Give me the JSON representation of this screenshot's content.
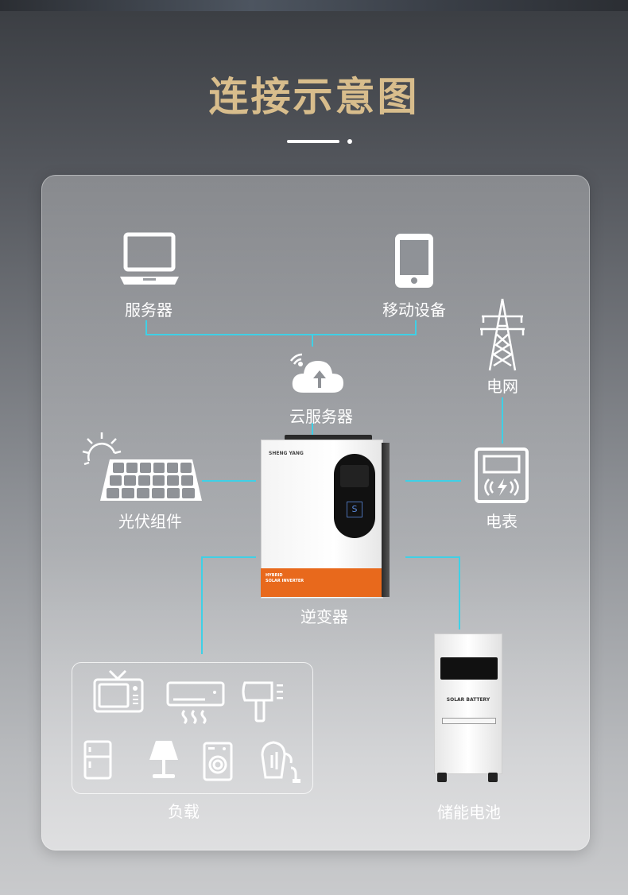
{
  "title": "连接示意图",
  "nodes": {
    "server": "服务器",
    "mobile": "移动设备",
    "grid": "电网",
    "cloud": "云服务器",
    "pv": "光伏组件",
    "meter": "电表",
    "inverter": "逆变器",
    "load": "负载",
    "battery": "储能电池"
  },
  "inverter_device": {
    "brand": "SHENG YANG",
    "model_line1": "HYBRID",
    "model_line2": "SOLAR INVERTER",
    "logo_letter": "S"
  },
  "battery_device": {
    "label": "SOLAR BATTERY"
  },
  "colors": {
    "title": "#d8bd8c",
    "wire": "#3fd0e6",
    "inverter_accent": "#e8691c"
  }
}
